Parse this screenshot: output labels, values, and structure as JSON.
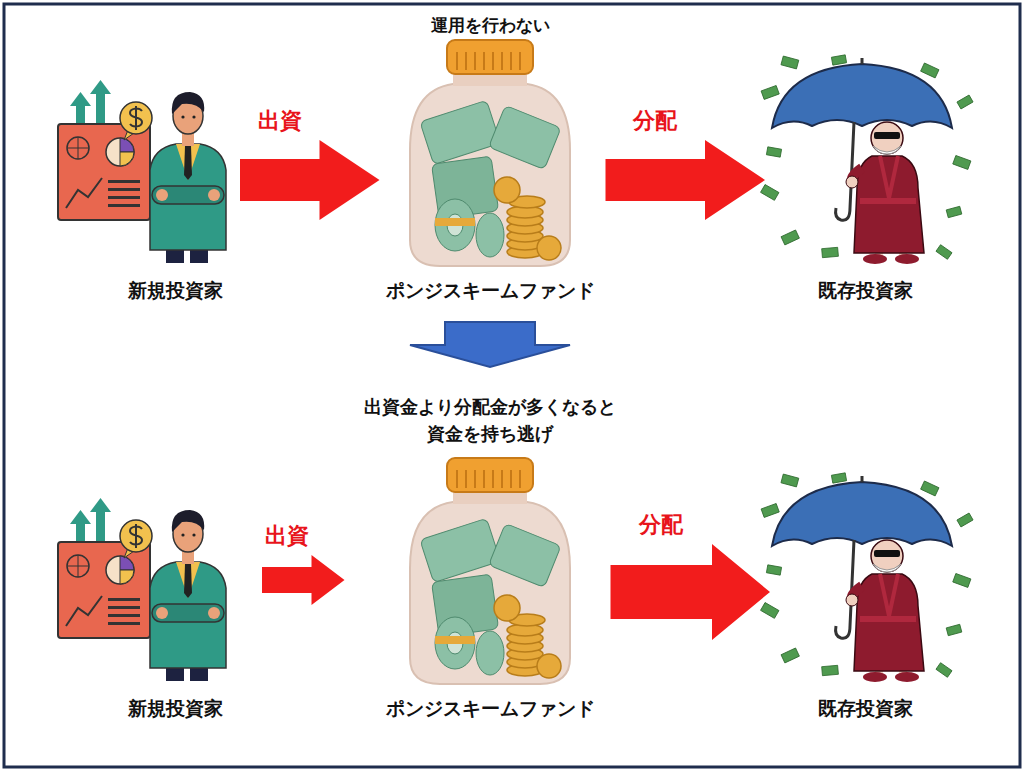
{
  "diagram": {
    "nodes": [
      {
        "text": [
          "新規投資家"
        ]
      },
      {
        "text": [
          "ポンジスキームファンド"
        ]
      },
      {
        "text": [
          "既存投資家"
        ]
      },
      {
        "text": [
          "新規投資家"
        ]
      },
      {
        "text": [
          "ポンジスキームファンド"
        ]
      },
      {
        "text": [
          "既存投資家"
        ]
      }
    ],
    "edges": [
      {
        "from": 0,
        "to": 1,
        "label": "出資",
        "arrow": "to"
      },
      {
        "from": 1,
        "to": 2,
        "label": "分配",
        "arrow": "to"
      },
      {
        "from": 1,
        "to": 4,
        "arrow": "to"
      },
      {
        "from": 3,
        "to": 4,
        "label": "出資",
        "arrow": "to"
      },
      {
        "from": 4,
        "to": 5,
        "label": "分配",
        "arrow": "to"
      }
    ],
    "labels": [
      "運用を行わない",
      "出資金より分配金が多くなると 資金を持ち逃げ"
    ]
  }
}
